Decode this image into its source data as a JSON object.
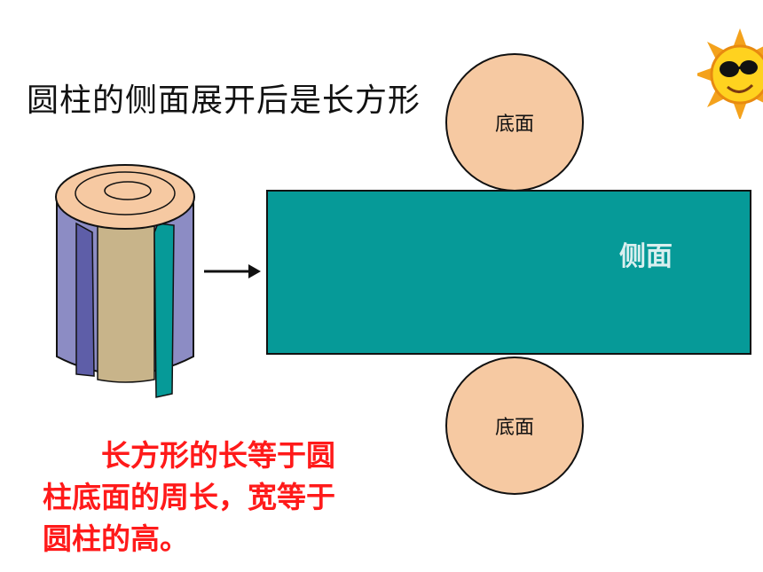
{
  "title": "圆柱的侧面展开后是长方形",
  "bottom_face_top_label": "底面",
  "bottom_face_bottom_label": "底面",
  "side_face_label": "侧面",
  "description": {
    "line1": "长方形的长等于圆",
    "line2": "柱底面的周长，宽等于",
    "line3": "圆柱的高。"
  },
  "colors": {
    "side_rect": "#069a98",
    "base_circle": "#f6c9a2",
    "description_text": "#ff1a1a",
    "cylinder_body": "#8c8cc4",
    "cylinder_inner": "#c8b48a",
    "cylinder_top": "#f6c9a2"
  },
  "icons": [
    "sun-sunglasses-icon",
    "arrow-right-icon"
  ]
}
